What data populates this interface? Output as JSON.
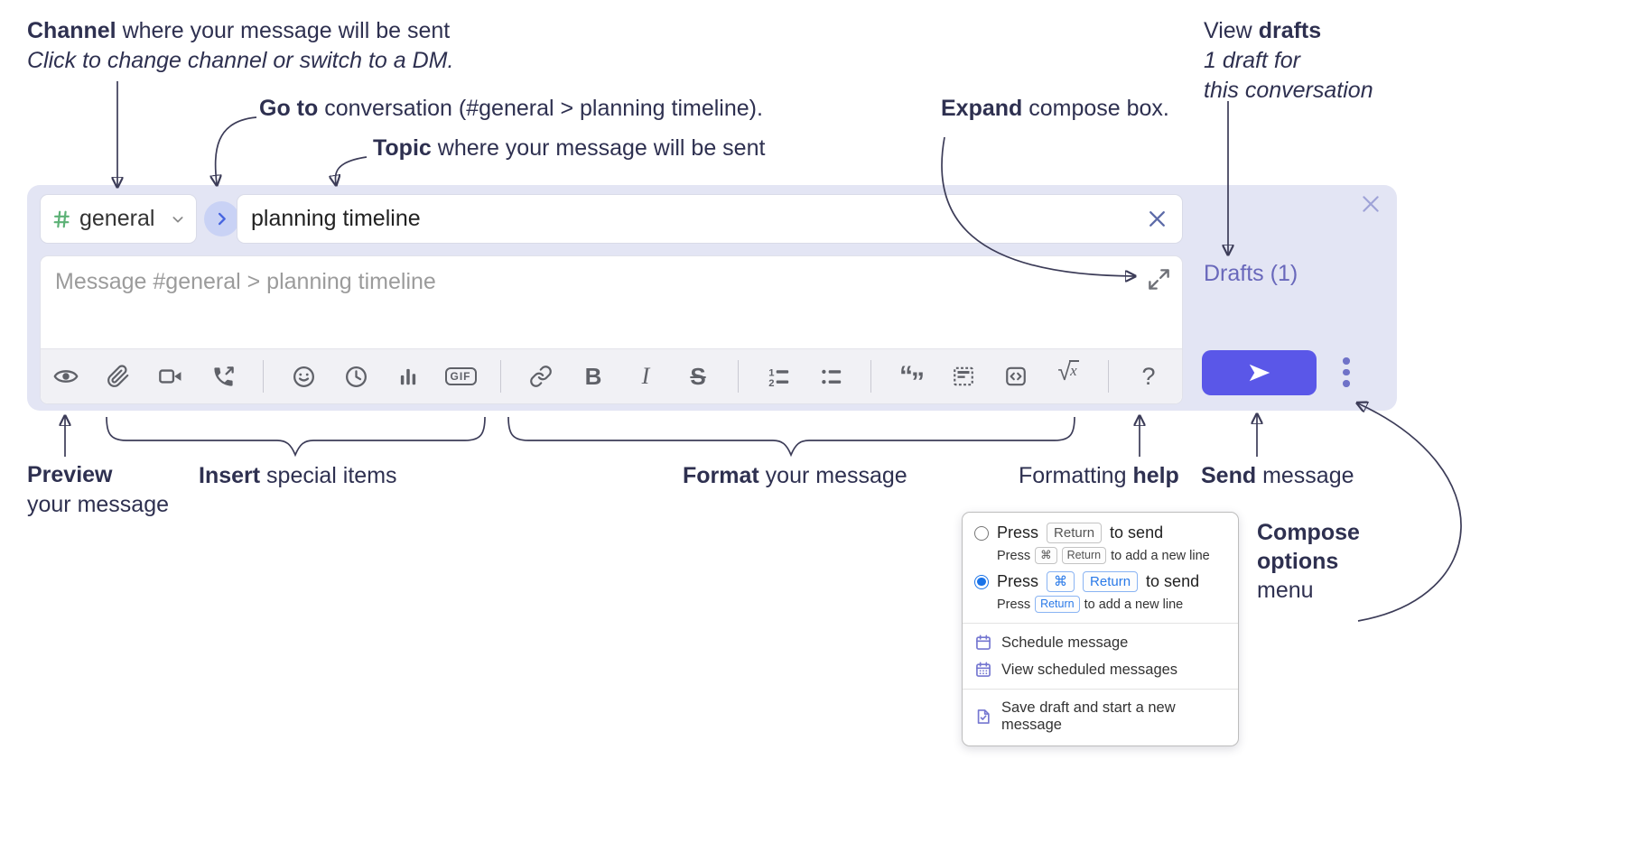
{
  "annotations": {
    "channel": {
      "lead": "Channel",
      "rest": " where your message will be sent",
      "line2": "Click to change channel or switch to a DM."
    },
    "goto": {
      "lead": "Go to",
      "rest": " conversation (#general > planning timeline)."
    },
    "topic": {
      "lead": "Topic",
      "rest": " where your message will be sent"
    },
    "expand": {
      "lead": "Expand",
      "rest": " compose box."
    },
    "view_drafts": {
      "pre": "View ",
      "lead": "drafts",
      "line2": "1 draft for",
      "line3": "this conversation"
    },
    "preview": {
      "lead": "Preview",
      "line2": "your message"
    },
    "insert": {
      "lead": "Insert",
      "rest": " special items"
    },
    "format": {
      "lead": "Format",
      "rest": " your message"
    },
    "formatting_help": {
      "pre": "Formatting ",
      "lead": "help"
    },
    "send": {
      "lead": "Send",
      "rest": " message"
    },
    "compose_options": {
      "line1": "Compose",
      "line2": "options",
      "line3": "menu"
    }
  },
  "compose": {
    "channel": {
      "name": "general"
    },
    "topic": {
      "value": "planning timeline"
    },
    "message": {
      "placeholder": "Message #general > planning timeline"
    },
    "drafts_link": "Drafts (1)",
    "toolbar": {
      "icons": [
        "preview",
        "attach-file",
        "start-video-call",
        "start-voice-call",
        "emoji",
        "add-global-time",
        "create-poll",
        "add-gif",
        "link",
        "bold",
        "italic",
        "strikethrough",
        "numbered-list",
        "bulleted-list",
        "quote",
        "spoiler",
        "code",
        "math",
        "help"
      ],
      "glyphs": {
        "bold": "B",
        "italic": "I",
        "strikethrough": "S",
        "gif": "GIF",
        "math_root": "√",
        "math_var": "x",
        "help": "?",
        "quote_open": "“",
        "quote_close": "”",
        "list_1": "1",
        "list_2": "2"
      }
    }
  },
  "menu": {
    "options": [
      {
        "pre": "Press",
        "key": "Return",
        "post": "to send",
        "sub_pre": "Press",
        "sub_key1": "⌘",
        "sub_key2": "Return",
        "sub_post": "to add a new line"
      },
      {
        "pre": "Press",
        "key1": "⌘",
        "key2": "Return",
        "post": "to send",
        "sub_pre": "Press",
        "sub_key": "Return",
        "sub_post": "to add a new line"
      }
    ],
    "items": [
      {
        "icon": "schedule-calendar-icon",
        "label": "Schedule message"
      },
      {
        "icon": "scheduled-messages-icon",
        "label": "View scheduled messages"
      },
      {
        "icon": "save-draft-icon",
        "label": "Save draft and start a new message"
      }
    ]
  },
  "colors": {
    "panel_bg": "#e3e5f4",
    "send_button": "#5a57e8",
    "drafts_link": "#6968bb",
    "hash_green": "#5cb176",
    "goto_chevron": "#4765e0",
    "radio_selected": "#1a73e8",
    "kbd_blue": "#2979e8",
    "menu_icon_purple": "#7577d1",
    "annotation_text": "#2e3050"
  }
}
